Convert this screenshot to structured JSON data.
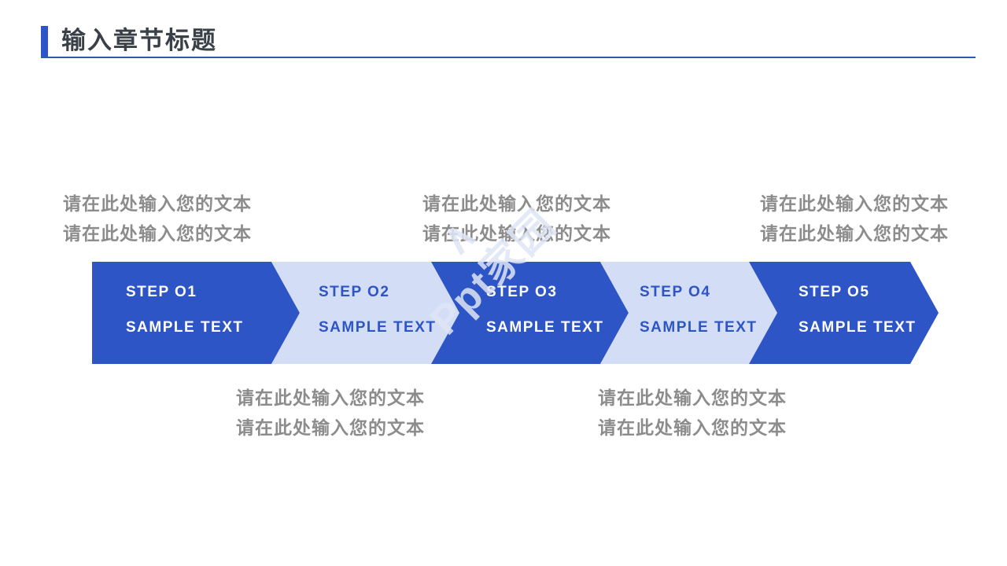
{
  "header": {
    "title": "输入章节标题"
  },
  "placeholders": {
    "top": [
      {
        "line1": "请在此处输入您的文本",
        "line2": "请在此处输入您的文本"
      },
      {
        "line1": "请在此处输入您的文本",
        "line2": "请在此处输入您的文本"
      },
      {
        "line1": "请在此处输入您的文本",
        "line2": "请在此处输入您的文本"
      }
    ],
    "bottom": [
      {
        "line1": "请在此处输入您的文本",
        "line2": "请在此处输入您的文本"
      },
      {
        "line1": "请在此处输入您的文本",
        "line2": "请在此处输入您的文本"
      }
    ]
  },
  "steps": [
    {
      "title": "STEP O1",
      "subtitle": "SAMPLE TEXT",
      "variant": "dark"
    },
    {
      "title": "STEP O2",
      "subtitle": "SAMPLE TEXT",
      "variant": "light"
    },
    {
      "title": "STEP O3",
      "subtitle": "SAMPLE TEXT",
      "variant": "dark"
    },
    {
      "title": "STEP O4",
      "subtitle": "SAMPLE TEXT",
      "variant": "light"
    },
    {
      "title": "STEP O5",
      "subtitle": "SAMPLE TEXT",
      "variant": "dark"
    }
  ],
  "watermark": {
    "logo_glyph": "∧",
    "text": "Ppt家园"
  },
  "colors": {
    "primary_blue": "#2E55C6",
    "light_blue": "#D3DDF5",
    "title_bar_blue": "#2B55C8",
    "rule_blue": "#2E5BB0",
    "title_text": "#3A4047",
    "placeholder_gray": "#8C8C8C"
  }
}
